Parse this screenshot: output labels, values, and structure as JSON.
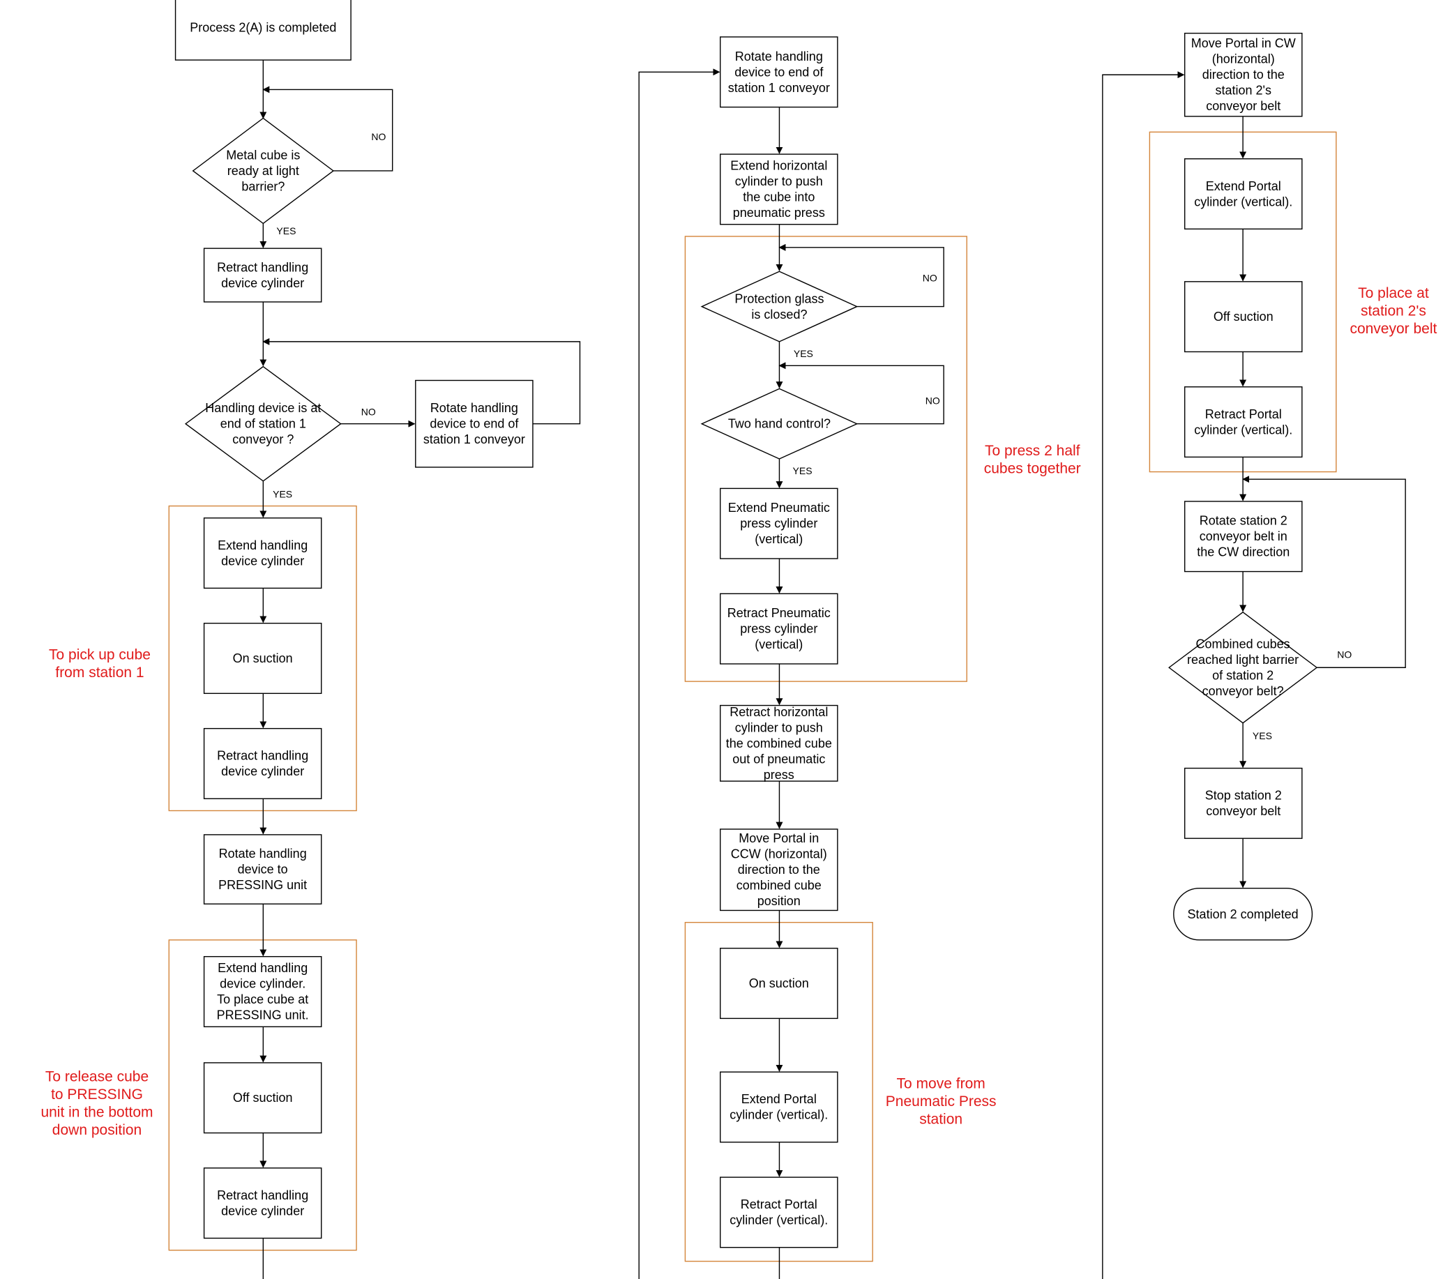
{
  "diagram": {
    "group_notes": {
      "pick_up": [
        "To pick up cube",
        "from station 1"
      ],
      "release": [
        "To release cube",
        "to PRESSING",
        "unit in the bottom",
        "down position"
      ],
      "press": [
        "To press 2 half",
        "cubes together"
      ],
      "move_from": [
        "To move from",
        "Pneumatic Press",
        "station"
      ],
      "place": [
        "To place at",
        "station 2's",
        "conveyor belt"
      ]
    },
    "nodes": {
      "start": [
        "Process 2(A) is completed"
      ],
      "d_metal": [
        "Metal cube is",
        "ready at light",
        "barrier?"
      ],
      "retract1": [
        "Retract handling",
        "device cylinder"
      ],
      "d_handling": [
        "Handling device is at",
        "end of station 1",
        "conveyor ?"
      ],
      "rotate_side": [
        "Rotate handling",
        "device to end of",
        "station 1 conveyor"
      ],
      "extend1": [
        "Extend handling",
        "device cylinder"
      ],
      "on_suction1": [
        "On suction"
      ],
      "retract2": [
        "Retract handling",
        "device cylinder"
      ],
      "rotate_press": [
        "Rotate handling",
        "device to",
        "PRESSING unit"
      ],
      "extend_place": [
        "Extend handling",
        "device cylinder.",
        "To place cube at",
        "PRESSING unit."
      ],
      "off_suction1": [
        "Off suction"
      ],
      "retract3": [
        "Retract handling",
        "device cylinder"
      ],
      "rotate_end": [
        "Rotate handling",
        "device to end of",
        "station 1 conveyor"
      ],
      "extend_horiz": [
        "Extend horizontal",
        "cylinder to push",
        "the cube into",
        "pneumatic press"
      ],
      "d_glass": [
        "Protection glass",
        "is closed?"
      ],
      "d_twohand": [
        "Two hand control?"
      ],
      "extend_pneu": [
        "Extend Pneumatic",
        "press cylinder",
        "(vertical)"
      ],
      "retract_pneu": [
        "Retract Pneumatic",
        "press cylinder",
        "(vertical)"
      ],
      "retract_horiz": [
        "Retract horizontal",
        "cylinder to push",
        "the combined cube",
        "out of pneumatic",
        "press"
      ],
      "move_ccw": [
        "Move Portal in",
        "CCW (horizontal)",
        "direction to the",
        "combined cube",
        "position"
      ],
      "on_suction2": [
        "On suction"
      ],
      "extend_portal1": [
        "Extend Portal",
        "cylinder (vertical)."
      ],
      "retract_portal1": [
        "Retract Portal",
        "cylinder (vertical)."
      ],
      "move_cw": [
        "Move Portal in CW",
        "(horizontal)",
        "direction to the",
        "station 2's",
        "conveyor belt"
      ],
      "extend_portal2": [
        "Extend Portal",
        "cylinder (vertical)."
      ],
      "off_suction2": [
        "Off suction"
      ],
      "retract_portal2": [
        "Retract Portal",
        "cylinder (vertical)."
      ],
      "rotate_conv": [
        "Rotate station 2",
        "conveyor belt in",
        "the CW direction"
      ],
      "d_combined": [
        "Combined cubes",
        "reached light barrier",
        "of station 2",
        "conveyor belt?"
      ],
      "stop_conv": [
        "Stop station 2",
        "conveyor belt"
      ],
      "end": [
        "Station 2 completed"
      ]
    },
    "edge_labels": {
      "metal_no": "NO",
      "metal_yes": "YES",
      "handling_no": "NO",
      "handling_yes": "YES",
      "glass_no": "NO",
      "glass_yes": "YES",
      "twohand_no": "NO",
      "twohand_yes": "YES",
      "combined_no": "NO",
      "combined_yes": "YES"
    },
    "colors": {
      "line": "#000000",
      "group_border": "#d4853a",
      "note_text": "#e01b1b"
    }
  }
}
